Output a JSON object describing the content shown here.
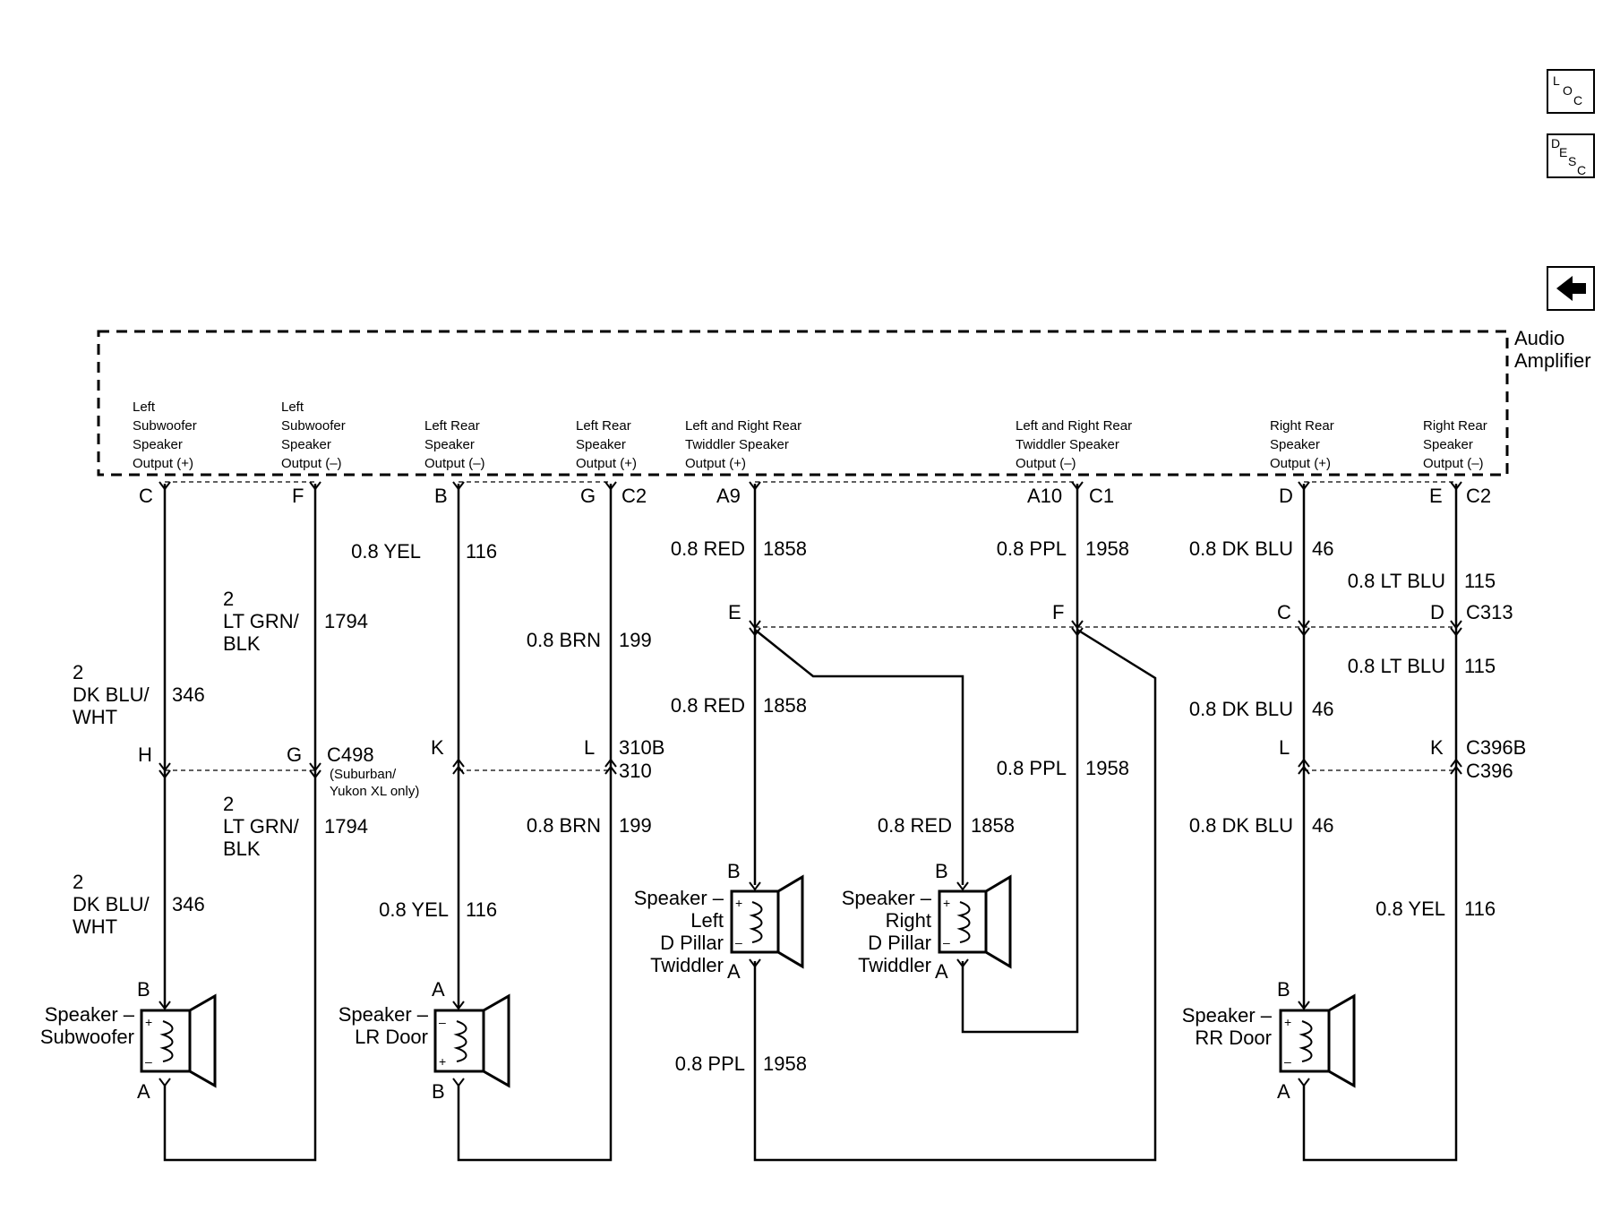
{
  "nav_buttons": {
    "loc": [
      "L",
      "O",
      "C"
    ],
    "desc": [
      "D",
      "E",
      "S",
      "C"
    ],
    "back_icon": "left-arrow-icon"
  },
  "component": {
    "line1": "Audio",
    "line2": "Amplifier"
  },
  "outputs": [
    [
      "Left",
      "Subwoofer",
      "Speaker",
      "Output (+)"
    ],
    [
      "Left",
      "Subwoofer",
      "Speaker",
      "Output (–)"
    ],
    [
      "Left Rear",
      "Speaker",
      "Output (–)"
    ],
    [
      "Left Rear",
      "Speaker",
      "Output (+)"
    ],
    [
      "Left and Right Rear",
      "Twiddler Speaker",
      "Output (+)"
    ],
    [
      "Left and Right Rear",
      "Twiddler Speaker",
      "Output (–)"
    ],
    [
      "Right Rear",
      "Speaker",
      "Output (+)"
    ],
    [
      "Right Rear",
      "Speaker",
      "Output (–)"
    ]
  ],
  "pins": {
    "amp": [
      "C",
      "F",
      "B",
      "G",
      "A9",
      "A10",
      "D",
      "E"
    ],
    "amp_connectors": [
      "C2",
      "C1",
      "C2"
    ],
    "c313": [
      "E",
      "F",
      "C",
      "D"
    ],
    "c313_name": "C313",
    "c498": [
      "H",
      "G"
    ],
    "c498_name": "C498",
    "c498_note": [
      "(Suburban/",
      "Yukon XL only)"
    ],
    "c310": [
      "K",
      "L"
    ],
    "c310_names": [
      "310B",
      "310"
    ],
    "c396": [
      "L",
      "K"
    ],
    "c396_names": [
      "C396B",
      "C396"
    ]
  },
  "wires": {
    "sub_plus": {
      "size": "2",
      "color": [
        "DK BLU/",
        "WHT"
      ],
      "circuit": "346"
    },
    "sub_minus": {
      "size": "2",
      "color": [
        "LT GRN/",
        "BLK"
      ],
      "circuit": "1794"
    },
    "lr_minus": {
      "label": "0.8 YEL",
      "circuit": "116"
    },
    "lr_plus": {
      "label": "0.8 BRN",
      "circuit": "199"
    },
    "tw_plus": {
      "label": "0.8 RED",
      "circuit": "1858"
    },
    "tw_minus": {
      "label": "0.8 PPL",
      "circuit": "1958"
    },
    "rr_plus": {
      "label": "0.8 DK BLU",
      "circuit": "46"
    },
    "rr_minus_lt": {
      "label": "0.8 LT BLU",
      "circuit": "115"
    },
    "rr_minus_yel": {
      "label": "0.8 YEL",
      "circuit": "116"
    }
  },
  "speakers": {
    "subwoofer": {
      "lines": [
        "Speaker –",
        "Subwoofer"
      ],
      "top_pin": "B",
      "bottom_pin": "A"
    },
    "lr_door": {
      "lines": [
        "Speaker –",
        "LR Door"
      ],
      "top_pin": "A",
      "bottom_pin": "B"
    },
    "left_twiddler": {
      "lines": [
        "Speaker –",
        "Left",
        "D Pillar",
        "Twiddler"
      ],
      "top_pin": "B",
      "bottom_pin": "A"
    },
    "right_twiddler": {
      "lines": [
        "Speaker –",
        "Right",
        "D Pillar",
        "Twiddler"
      ],
      "top_pin": "B",
      "bottom_pin": "A"
    },
    "rr_door": {
      "lines": [
        "Speaker –",
        "RR Door"
      ],
      "top_pin": "B",
      "bottom_pin": "A"
    }
  },
  "polarity": {
    "plus": "+",
    "minus": "–"
  }
}
